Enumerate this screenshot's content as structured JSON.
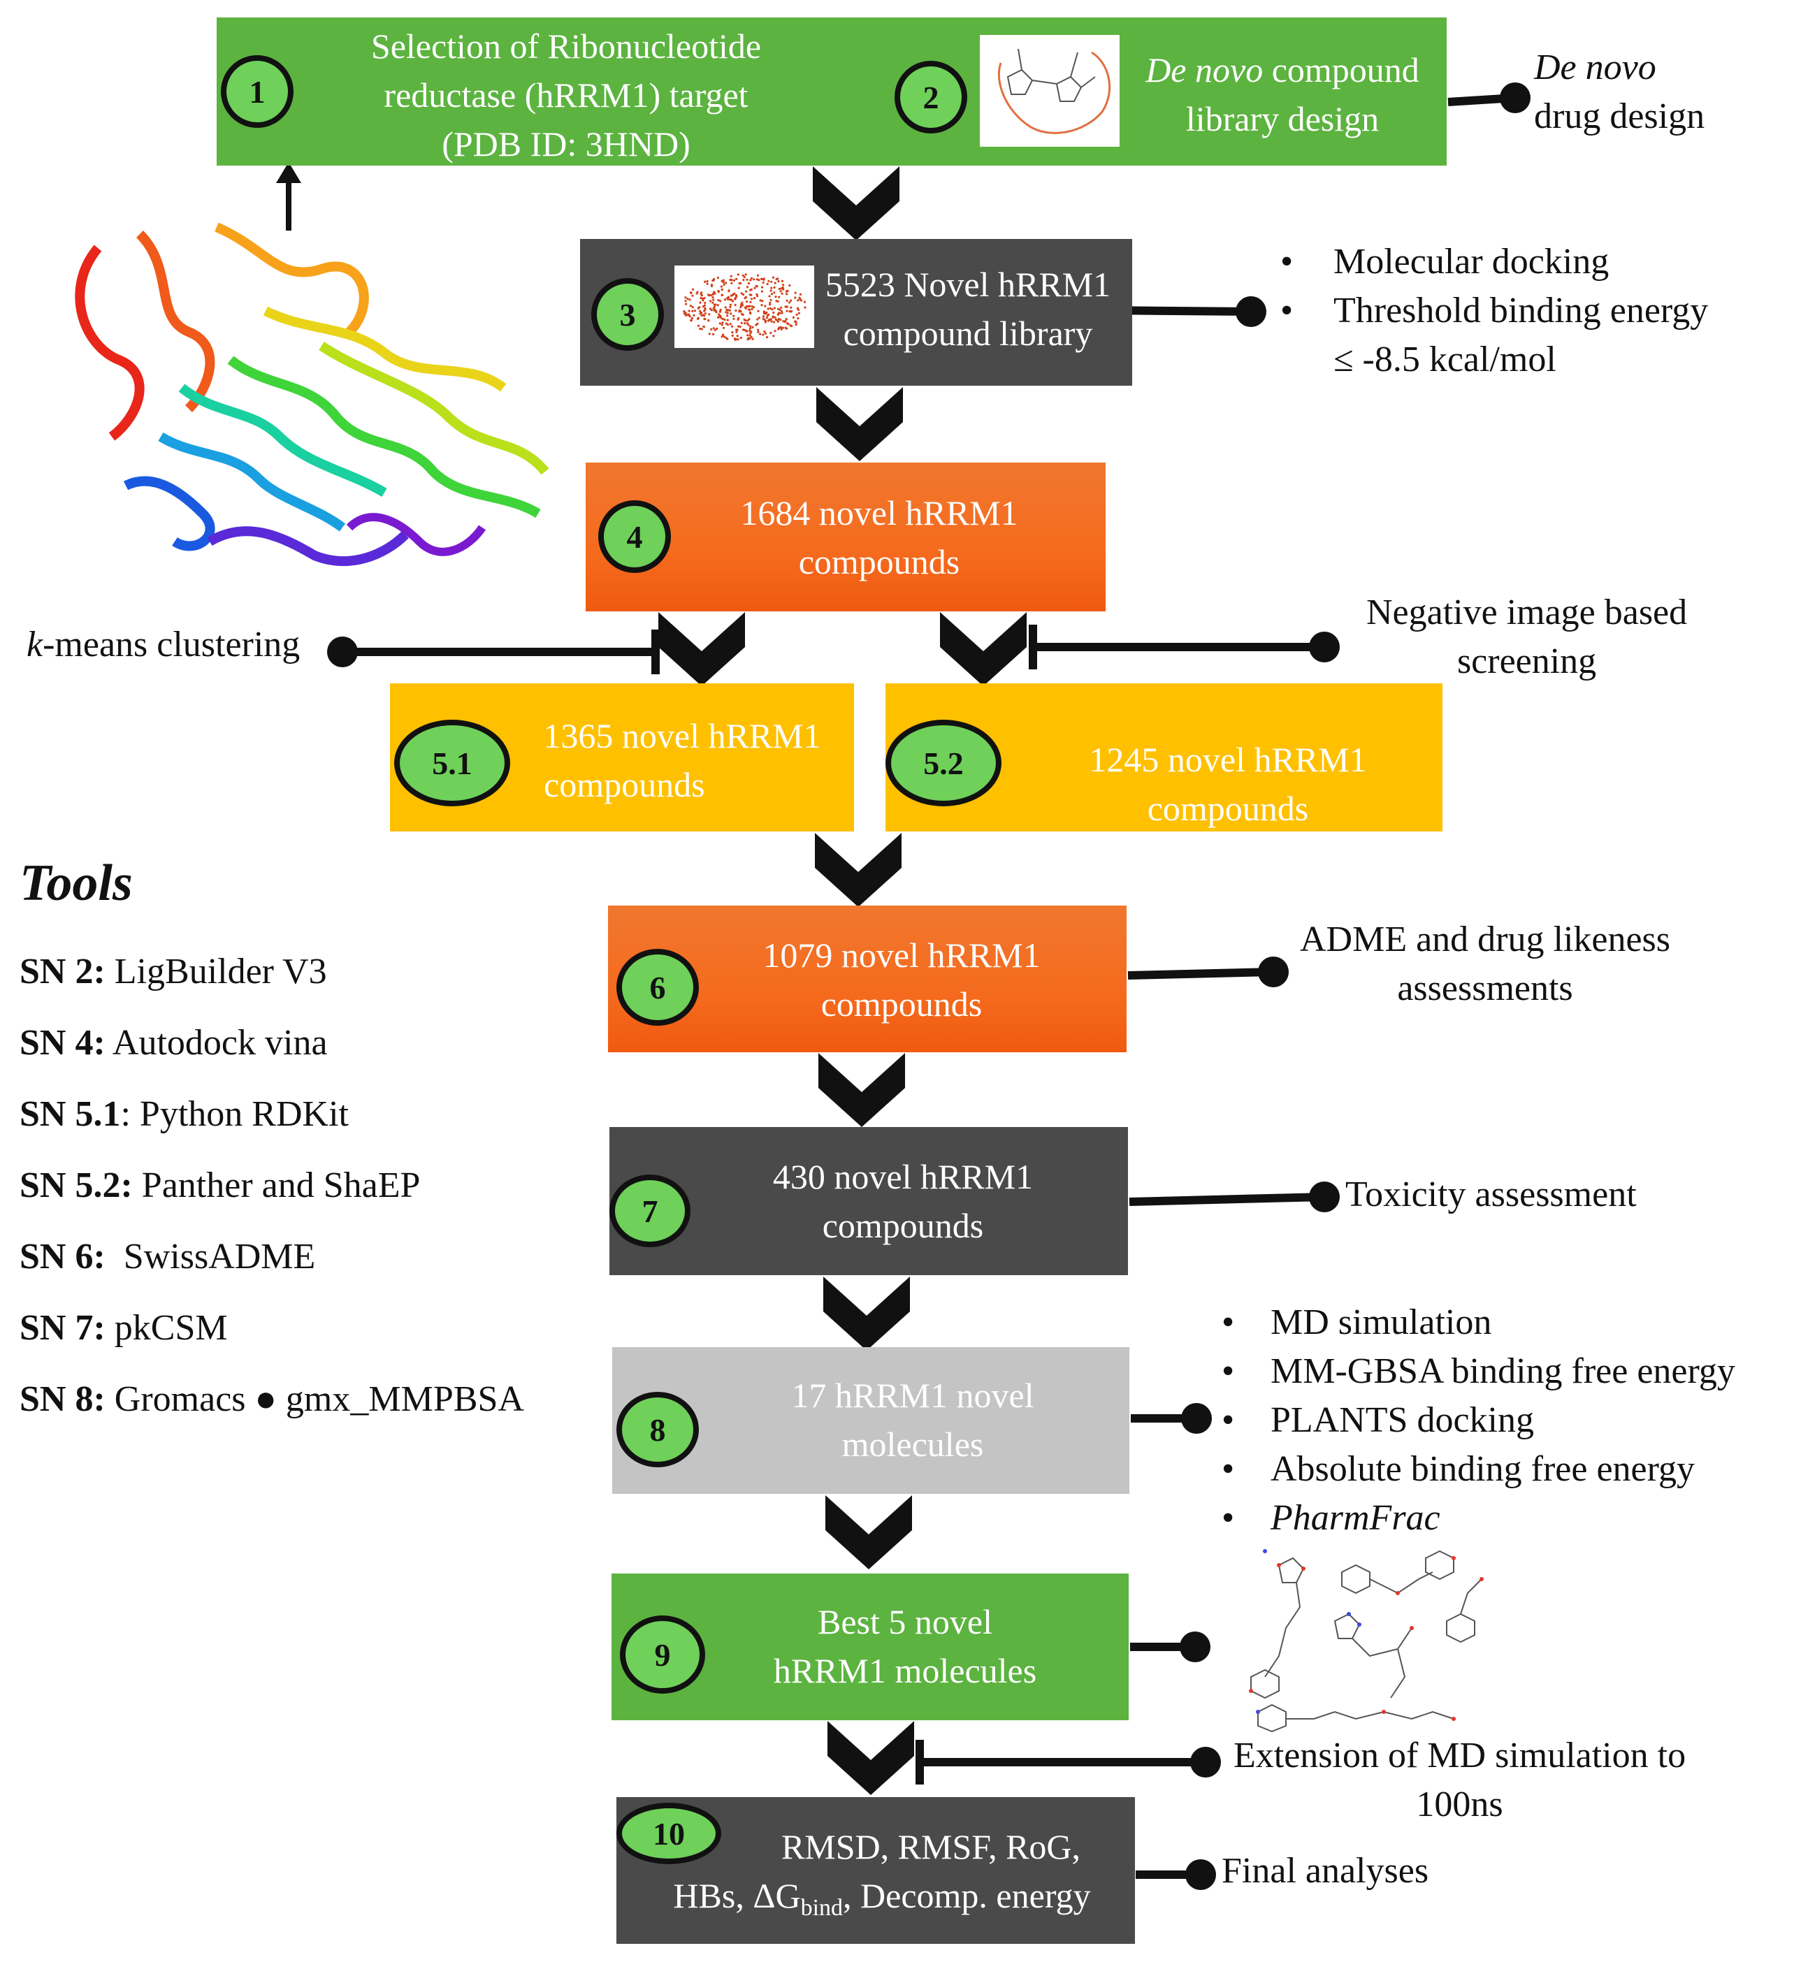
{
  "colors": {
    "green": "#5cb340",
    "badge_green": "#6fd05a",
    "dark_gray": "#4a4a4a",
    "orange": "#f56b1e",
    "amber": "#ffc000",
    "light_gray": "#c4c4c4",
    "arrow": "#111111",
    "molecule_bonds": "#e07040"
  },
  "steps": {
    "s1": {
      "badge": "1",
      "lines": [
        "Selection of Ribonucleotide",
        "reductase (hRRM1) target",
        "(PDB ID: 3HND)"
      ]
    },
    "s2": {
      "badge": "2",
      "lines": [
        "De novo",
        "compound",
        "library design"
      ]
    },
    "s3": {
      "badge": "3",
      "lines": [
        "5523 Novel hRRM1",
        "compound library"
      ]
    },
    "s4": {
      "badge": "4",
      "lines": [
        "1684 novel hRRM1",
        "compounds"
      ]
    },
    "s5_1": {
      "badge": "5.1",
      "lines": [
        "1365 novel hRRM1",
        "compounds"
      ]
    },
    "s5_2": {
      "badge": "5.2",
      "lines": [
        "1245 novel hRRM1",
        "compounds"
      ]
    },
    "s6": {
      "badge": "6",
      "lines": [
        "1079 novel hRRM1",
        "compounds"
      ]
    },
    "s7": {
      "badge": "7",
      "lines": [
        "430 novel hRRM1",
        "compounds"
      ]
    },
    "s8": {
      "badge": "8",
      "lines": [
        "17 hRRM1 novel",
        "molecules"
      ]
    },
    "s9": {
      "badge": "9",
      "lines": [
        "Best 5 novel",
        "hRRM1 molecules"
      ]
    },
    "s10": {
      "badge": "10",
      "line1": "RMSD, RMSF, RoG,",
      "hbs": "HBs, ΔG",
      "sub": "bind",
      "tail": ", Decomp. energy"
    }
  },
  "annotations": {
    "de_novo": [
      "De novo",
      "drug design"
    ],
    "docking": [
      "Molecular docking",
      "Threshold binding energy",
      "≤ -8.5 kcal/mol"
    ],
    "kmeans": {
      "k": "k",
      "rest": "-means clustering"
    },
    "negative_image": [
      "Negative image based",
      "screening"
    ],
    "adme": [
      "ADME and drug likeness",
      "assessments"
    ],
    "toxicity": "Toxicity assessment",
    "md_list": [
      "MD simulation",
      "MM-GBSA binding free energy",
      "PLANTS docking",
      "Absolute binding free energy",
      "PharmFrac"
    ],
    "extension": [
      "Extension of MD simulation to",
      "100ns"
    ],
    "final": "Final analyses"
  },
  "tools": {
    "title": "Tools",
    "items": [
      {
        "key": "SN 2:",
        "value": " LigBuilder V3"
      },
      {
        "key": "SN 4:",
        "value": " Autodock vina"
      },
      {
        "key": "SN 5.1",
        "value": ": Python RDKit"
      },
      {
        "key": "SN 5.2:",
        "value": " Panther and ShaEP"
      },
      {
        "key": "SN 6:",
        "value": "  SwissADME"
      },
      {
        "key": "SN 7:",
        "value": " pkCSM"
      },
      {
        "key": "SN 8:",
        "value": " Gromacs ● gmx_MMPBSA"
      }
    ]
  }
}
